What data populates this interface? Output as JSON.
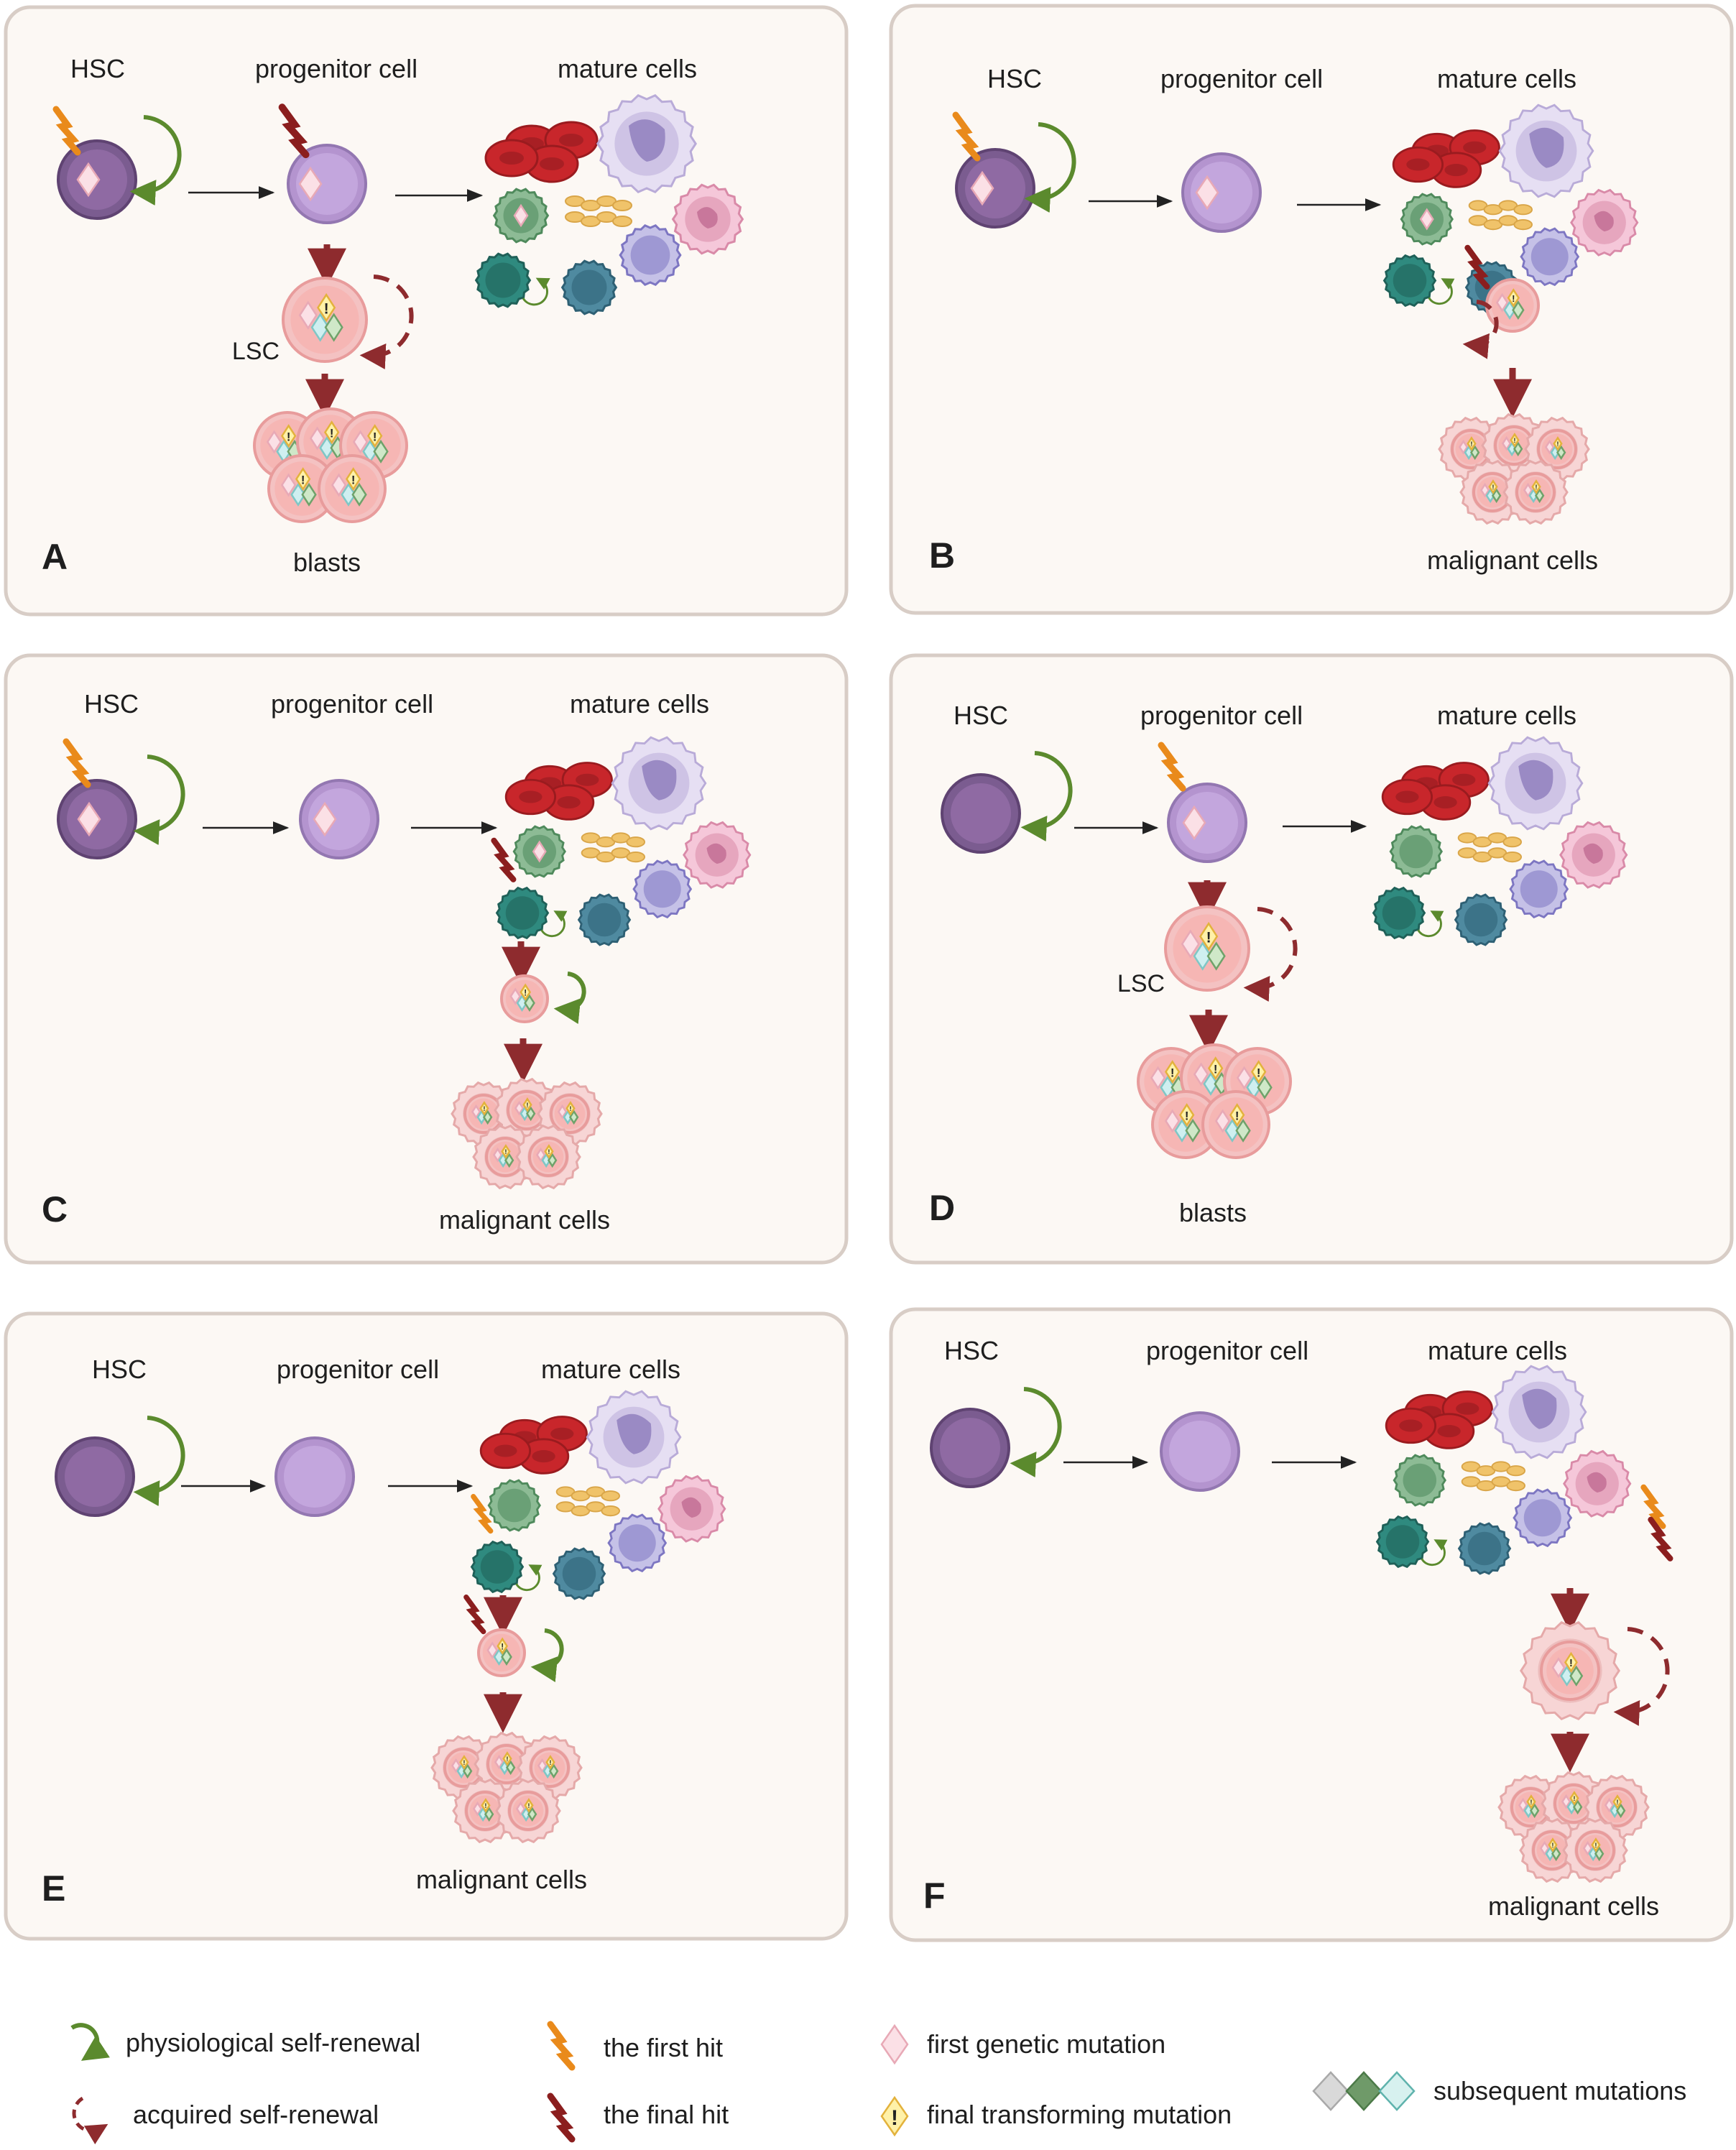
{
  "panels": [
    {
      "letter": "A",
      "hsc": "HSC",
      "progenitor": "progenitor cell",
      "mature": "mature cells",
      "lsc": "LSC",
      "bottom": "blasts"
    },
    {
      "letter": "B",
      "hsc": "HSC",
      "progenitor": "progenitor cell",
      "mature": "mature cells",
      "bottom": "malignant cells"
    },
    {
      "letter": "C",
      "hsc": "HSC",
      "progenitor": "progenitor cell",
      "mature": "mature cells",
      "bottom": "malignant cells"
    },
    {
      "letter": "D",
      "hsc": "HSC",
      "progenitor": "progenitor cell",
      "mature": "mature cells",
      "lsc": "LSC",
      "bottom": "blasts"
    },
    {
      "letter": "E",
      "hsc": "HSC",
      "progenitor": "progenitor cell",
      "mature": "mature cells",
      "bottom": "malignant cells"
    },
    {
      "letter": "F",
      "hsc": "HSC",
      "progenitor": "progenitor cell",
      "mature": "mature cells",
      "bottom": "malignant cells"
    }
  ],
  "legend": {
    "physiological": "physiological self-renewal",
    "acquired": "acquired self-renewal",
    "first_hit": "the first hit",
    "final_hit": "the final hit",
    "first_mutation": "first genetic mutation",
    "final_mutation": "final transforming mutation",
    "subsequent": "subsequent mutations"
  },
  "colors": {
    "panel_bg": "#fcf8f4",
    "panel_border": "#d8cdc6",
    "self_renewal_arrow": "#5b8a2d",
    "acquired_arrow": "#8e2b2e",
    "first_hit": "#e98a1b",
    "final_hit": "#8b1e1e",
    "hsc": "#8f6aa3",
    "progenitor": "#c3a6dd",
    "malignant": "#f2b8b6"
  }
}
